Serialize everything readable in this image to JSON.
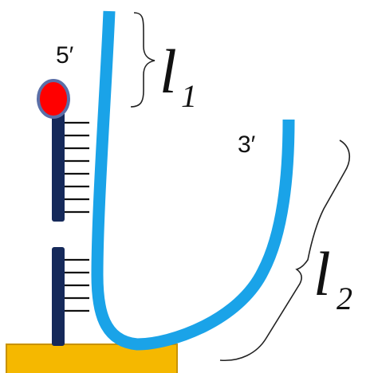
{
  "labels": {
    "five_prime": "5′",
    "three_prime": "3′",
    "l1_letter": "l",
    "l1_sub": "1",
    "l2_letter": "l",
    "l2_sub": "2"
  },
  "colors": {
    "strand": "#1aa3e8",
    "probe": "#15295a",
    "fluorophore_fill": "#ff0000",
    "fluorophore_outline": "#5b6fa8",
    "surface": "#f5b800",
    "surface_outline": "#c89200",
    "base_pairs": "#111111",
    "braces": "#222222"
  },
  "icons": {
    "fluorophore": "red-dot-label",
    "surface": "substrate-block"
  }
}
